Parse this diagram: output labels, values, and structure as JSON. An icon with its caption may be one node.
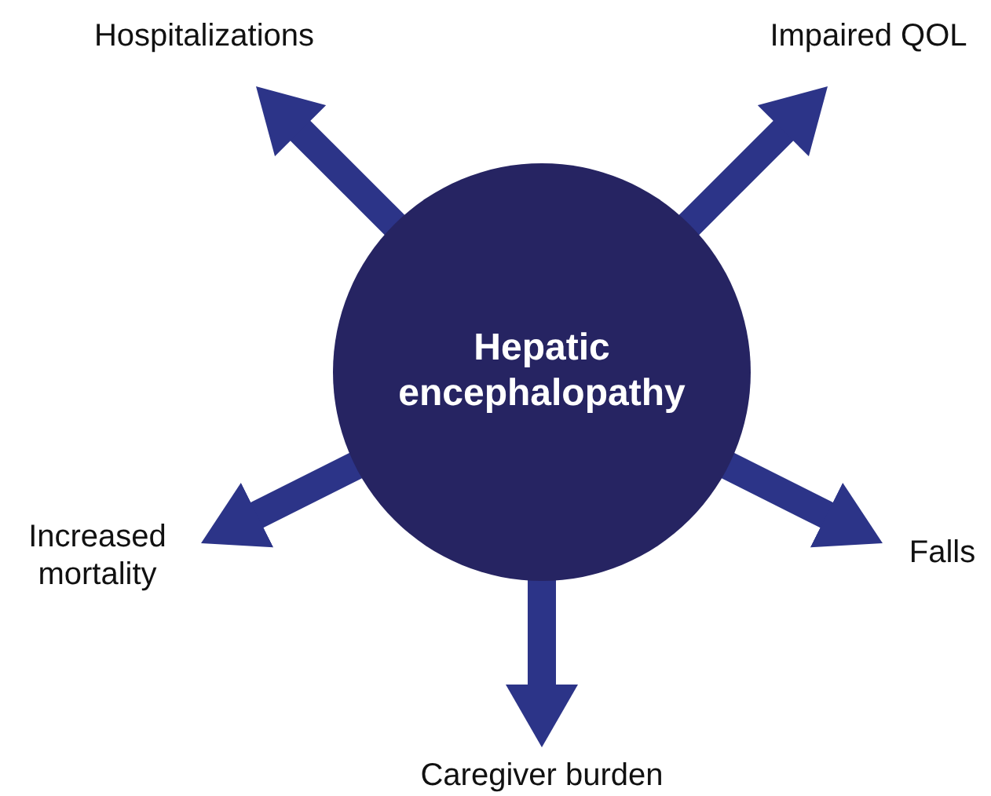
{
  "diagram": {
    "nodes": [
      {
        "text": [
          "Hepatic encephalopathy"
        ]
      },
      {
        "text": [
          "Hospitalizations"
        ]
      },
      {
        "text": [
          "Impaired QOL"
        ]
      },
      {
        "text": [
          "Increased mortality"
        ]
      },
      {
        "text": [
          "Falls"
        ]
      },
      {
        "text": [
          "Caregiver burden"
        ]
      }
    ],
    "edges": [
      {
        "from": 0,
        "to": 1,
        "arrow": "to"
      },
      {
        "from": 0,
        "to": 2,
        "arrow": "to"
      },
      {
        "from": 0,
        "to": 3,
        "arrow": "to"
      },
      {
        "from": 0,
        "to": 4,
        "arrow": "to"
      },
      {
        "from": 0,
        "to": 5,
        "arrow": "to"
      }
    ]
  }
}
